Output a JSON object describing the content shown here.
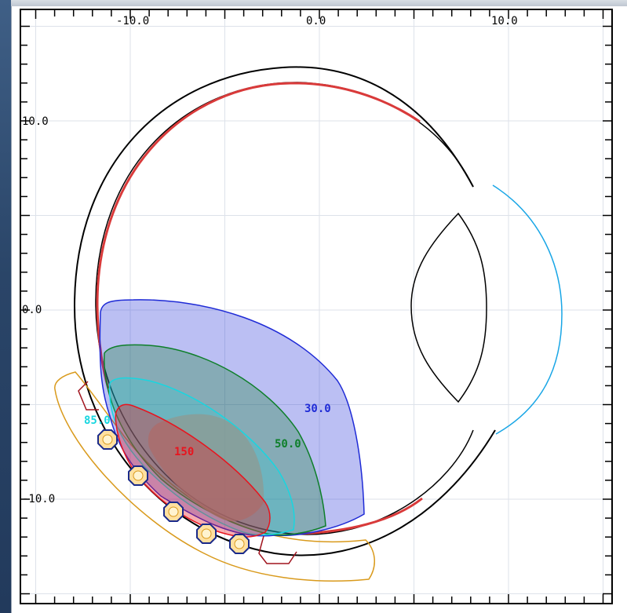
{
  "axes": {
    "x_ticks": [
      {
        "value": -10,
        "label": "-10.0"
      },
      {
        "value": 0,
        "label": "0.0"
      },
      {
        "value": 10,
        "label": "10.0"
      }
    ],
    "y_ticks": [
      {
        "value": 10,
        "label": "10.0"
      },
      {
        "value": 0,
        "label": "0.0"
      },
      {
        "value": -10,
        "label": "-10.0"
      }
    ],
    "grid": true,
    "minor_tick_step": 1
  },
  "isodose_labels": {
    "dose_30": "30.0",
    "dose_50": "50.0",
    "dose_85": "85.0",
    "dose_150": "150"
  },
  "colors": {
    "dose_30": "#1f2bd6",
    "dose_50": "#0e7f2a",
    "dose_85": "#18d6e0",
    "dose_150": "#e8141e",
    "tumor": "#8f9a92",
    "plaque": "#d99a1c",
    "seed": "#ffe0a0",
    "cornea": "#19a6e6",
    "retina": "#d93a3a",
    "sclera": "#000000"
  }
}
